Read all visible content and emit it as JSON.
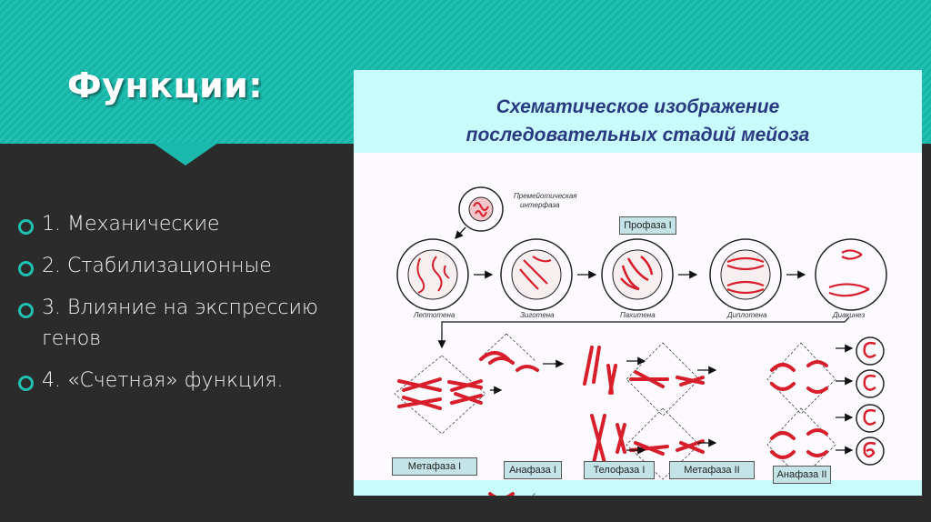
{
  "slide": {
    "title": "Функции:",
    "bullets": [
      "1. Механические",
      "2. Стабилизационные",
      "3. Влияние на экспрессию генов",
      "4. «Счетная» функция."
    ],
    "accent_color": "#1fc1b3",
    "background_color": "#2b2b2b"
  },
  "figure": {
    "title_line1": "Схематическое изображение",
    "title_line2": "последовательных стадий мейоза",
    "premeiotic_label_1": "Премейотическая",
    "premeiotic_label_2": "интерфаза",
    "prophase_label": "Профаза I",
    "prophase_stages": [
      "Лептотена",
      "Зиготена",
      "Пахитена",
      "Диплотена",
      "Диакинез"
    ],
    "phase_boxes": [
      "Метафаза I",
      "Анафаза I",
      "Телофаза I",
      "Метафаза II",
      "Анафаза II"
    ]
  }
}
